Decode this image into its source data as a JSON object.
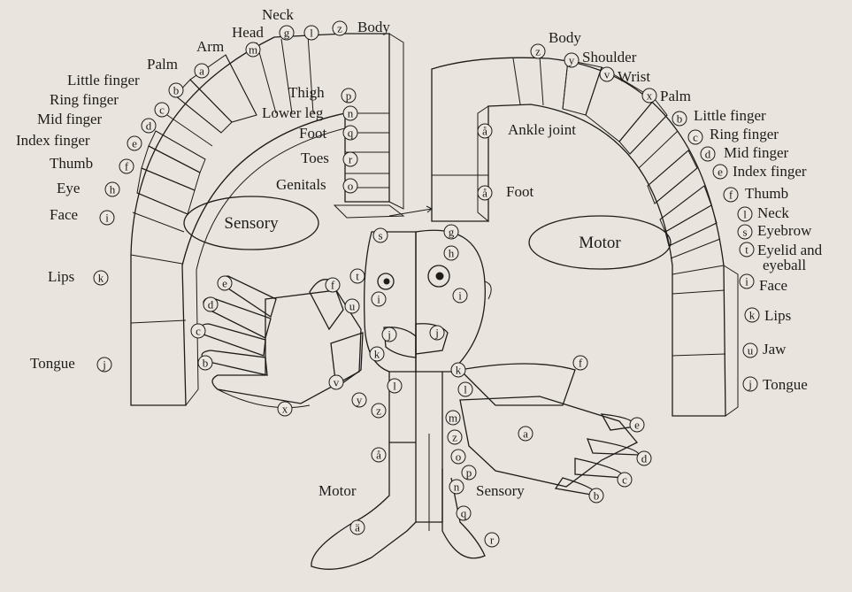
{
  "sensory_strip": {
    "title": "Sensory",
    "labels": {
      "neck": "Neck",
      "head": "Head",
      "body": "Body",
      "arm": "Arm",
      "palm": "Palm",
      "little_finger": "Little finger",
      "ring_finger": "Ring finger",
      "mid_finger": "Mid finger",
      "index_finger": "Index finger",
      "thumb": "Thumb",
      "eye": "Eye",
      "face": "Face",
      "lips": "Lips",
      "tongue": "Tongue",
      "thigh": "Thigh",
      "lower_leg": "Lower leg",
      "foot": "Foot",
      "toes": "Toes",
      "genitals": "Genitals"
    }
  },
  "motor_strip": {
    "title": "Motor",
    "labels": {
      "body": "Body",
      "shoulder": "Shoulder",
      "wrist": "Wrist",
      "palm": "Palm",
      "ankle_joint": "Ankle joint",
      "foot": "Foot",
      "little_finger": "Little finger",
      "ring_finger": "Ring finger",
      "mid_finger": "Mid finger",
      "index_finger": "Index finger",
      "thumb": "Thumb",
      "neck": "Neck",
      "eyebrow": "Eyebrow",
      "eyelid_1": "Eyelid and",
      "eyelid_2": "eyeball",
      "face": "Face",
      "lips": "Lips",
      "jaw": "Jaw",
      "tongue": "Tongue"
    }
  },
  "homunculus_labels": {
    "motor": "Motor",
    "sensory": "Sensory"
  },
  "letters": {
    "a": "a",
    "b": "b",
    "c": "c",
    "d": "d",
    "e": "e",
    "f": "f",
    "g": "g",
    "h": "h",
    "i": "i",
    "j": "j",
    "k": "k",
    "l": "l",
    "m": "m",
    "n": "n",
    "o": "o",
    "p": "p",
    "q": "q",
    "r": "r",
    "s": "s",
    "t": "t",
    "u": "u",
    "v": "v",
    "x": "x",
    "y": "y",
    "z": "z",
    "aa": "å",
    "ae": "ä"
  },
  "colors": {
    "paper": "#e9e5de",
    "ink": "#1e1c1a",
    "dark_fill": "#6e6a66",
    "mid_fill": "#9a968f"
  }
}
